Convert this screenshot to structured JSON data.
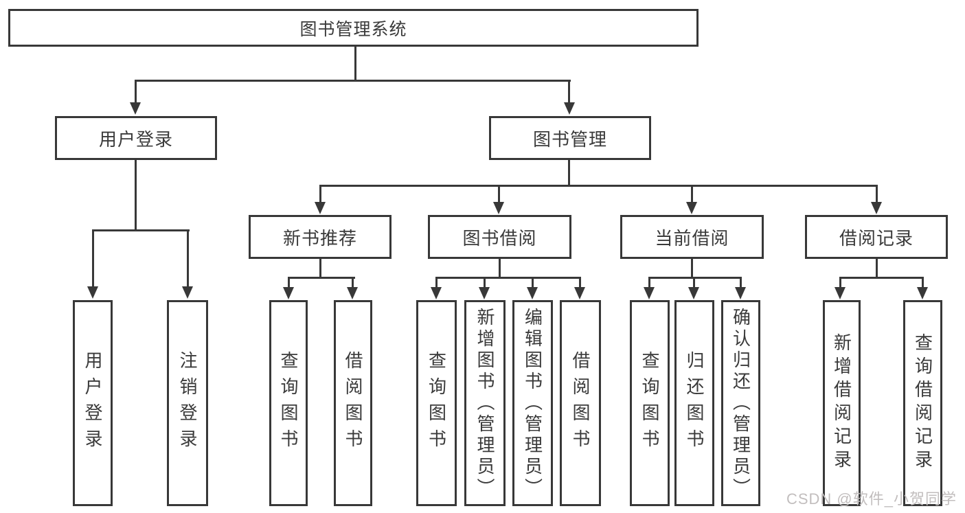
{
  "tree": {
    "root": {
      "label": "图书管理系统"
    },
    "branches": [
      {
        "label": "用户登录",
        "leaves": [
          {
            "label": "用户登录"
          },
          {
            "label": "注销登录"
          }
        ]
      },
      {
        "label": "图书管理",
        "groups": [
          {
            "label": "新书推荐",
            "leaves": [
              {
                "label": "查询图书"
              },
              {
                "label": "借阅图书"
              }
            ]
          },
          {
            "label": "图书借阅",
            "leaves": [
              {
                "label": "查询图书"
              },
              {
                "label": "新增图书（管理员）"
              },
              {
                "label": "编辑图书（管理员）"
              },
              {
                "label": "借阅图书"
              }
            ]
          },
          {
            "label": "当前借阅",
            "leaves": [
              {
                "label": "查询图书"
              },
              {
                "label": "归还图书"
              },
              {
                "label": "确认归还（管理员）"
              }
            ]
          },
          {
            "label": "借阅记录",
            "leaves": [
              {
                "label": "新增借阅记录"
              },
              {
                "label": "查询借阅记录"
              }
            ]
          }
        ]
      }
    ]
  },
  "watermark": {
    "text": "CSDN @软件_小贺同学"
  },
  "colors": {
    "line": "#383838",
    "box_bg": "#ffffff",
    "watermark": "#c2bebe"
  }
}
